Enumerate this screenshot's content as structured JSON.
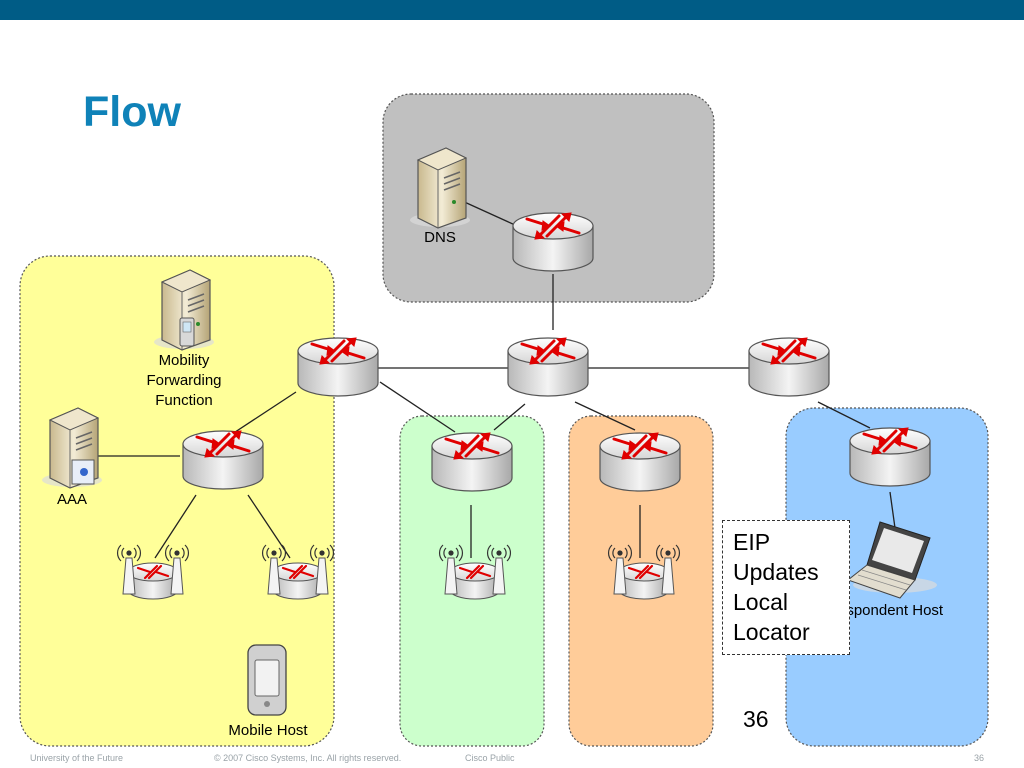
{
  "slide": {
    "title": "Flow",
    "slide_number": "36",
    "footer": {
      "left": "University of the Future",
      "copyright": "© 2007 Cisco Systems, Inc. All rights reserved.",
      "classification": "Cisco Public",
      "page": "36"
    }
  },
  "labels": {
    "dns": "DNS",
    "mobility_line1": "Mobility",
    "mobility_line2": "Forwarding",
    "mobility_line3": "Function",
    "aaa": "AAA",
    "mobile_host": "Mobile Host",
    "correspondent_host": "espondent Host"
  },
  "callout": {
    "line1": "EIP",
    "line2": "Updates",
    "line3": "Local",
    "line4": "Locator"
  },
  "colors": {
    "top_bar": "#005c86",
    "title": "#0f82b8",
    "dns_zone": "#c0c0c0",
    "yellow_zone": "#ffff99",
    "green_zone": "#ccffcc",
    "orange_zone": "#ffcc99",
    "blue_zone": "#99ccff",
    "router_arrow": "#e00000"
  }
}
